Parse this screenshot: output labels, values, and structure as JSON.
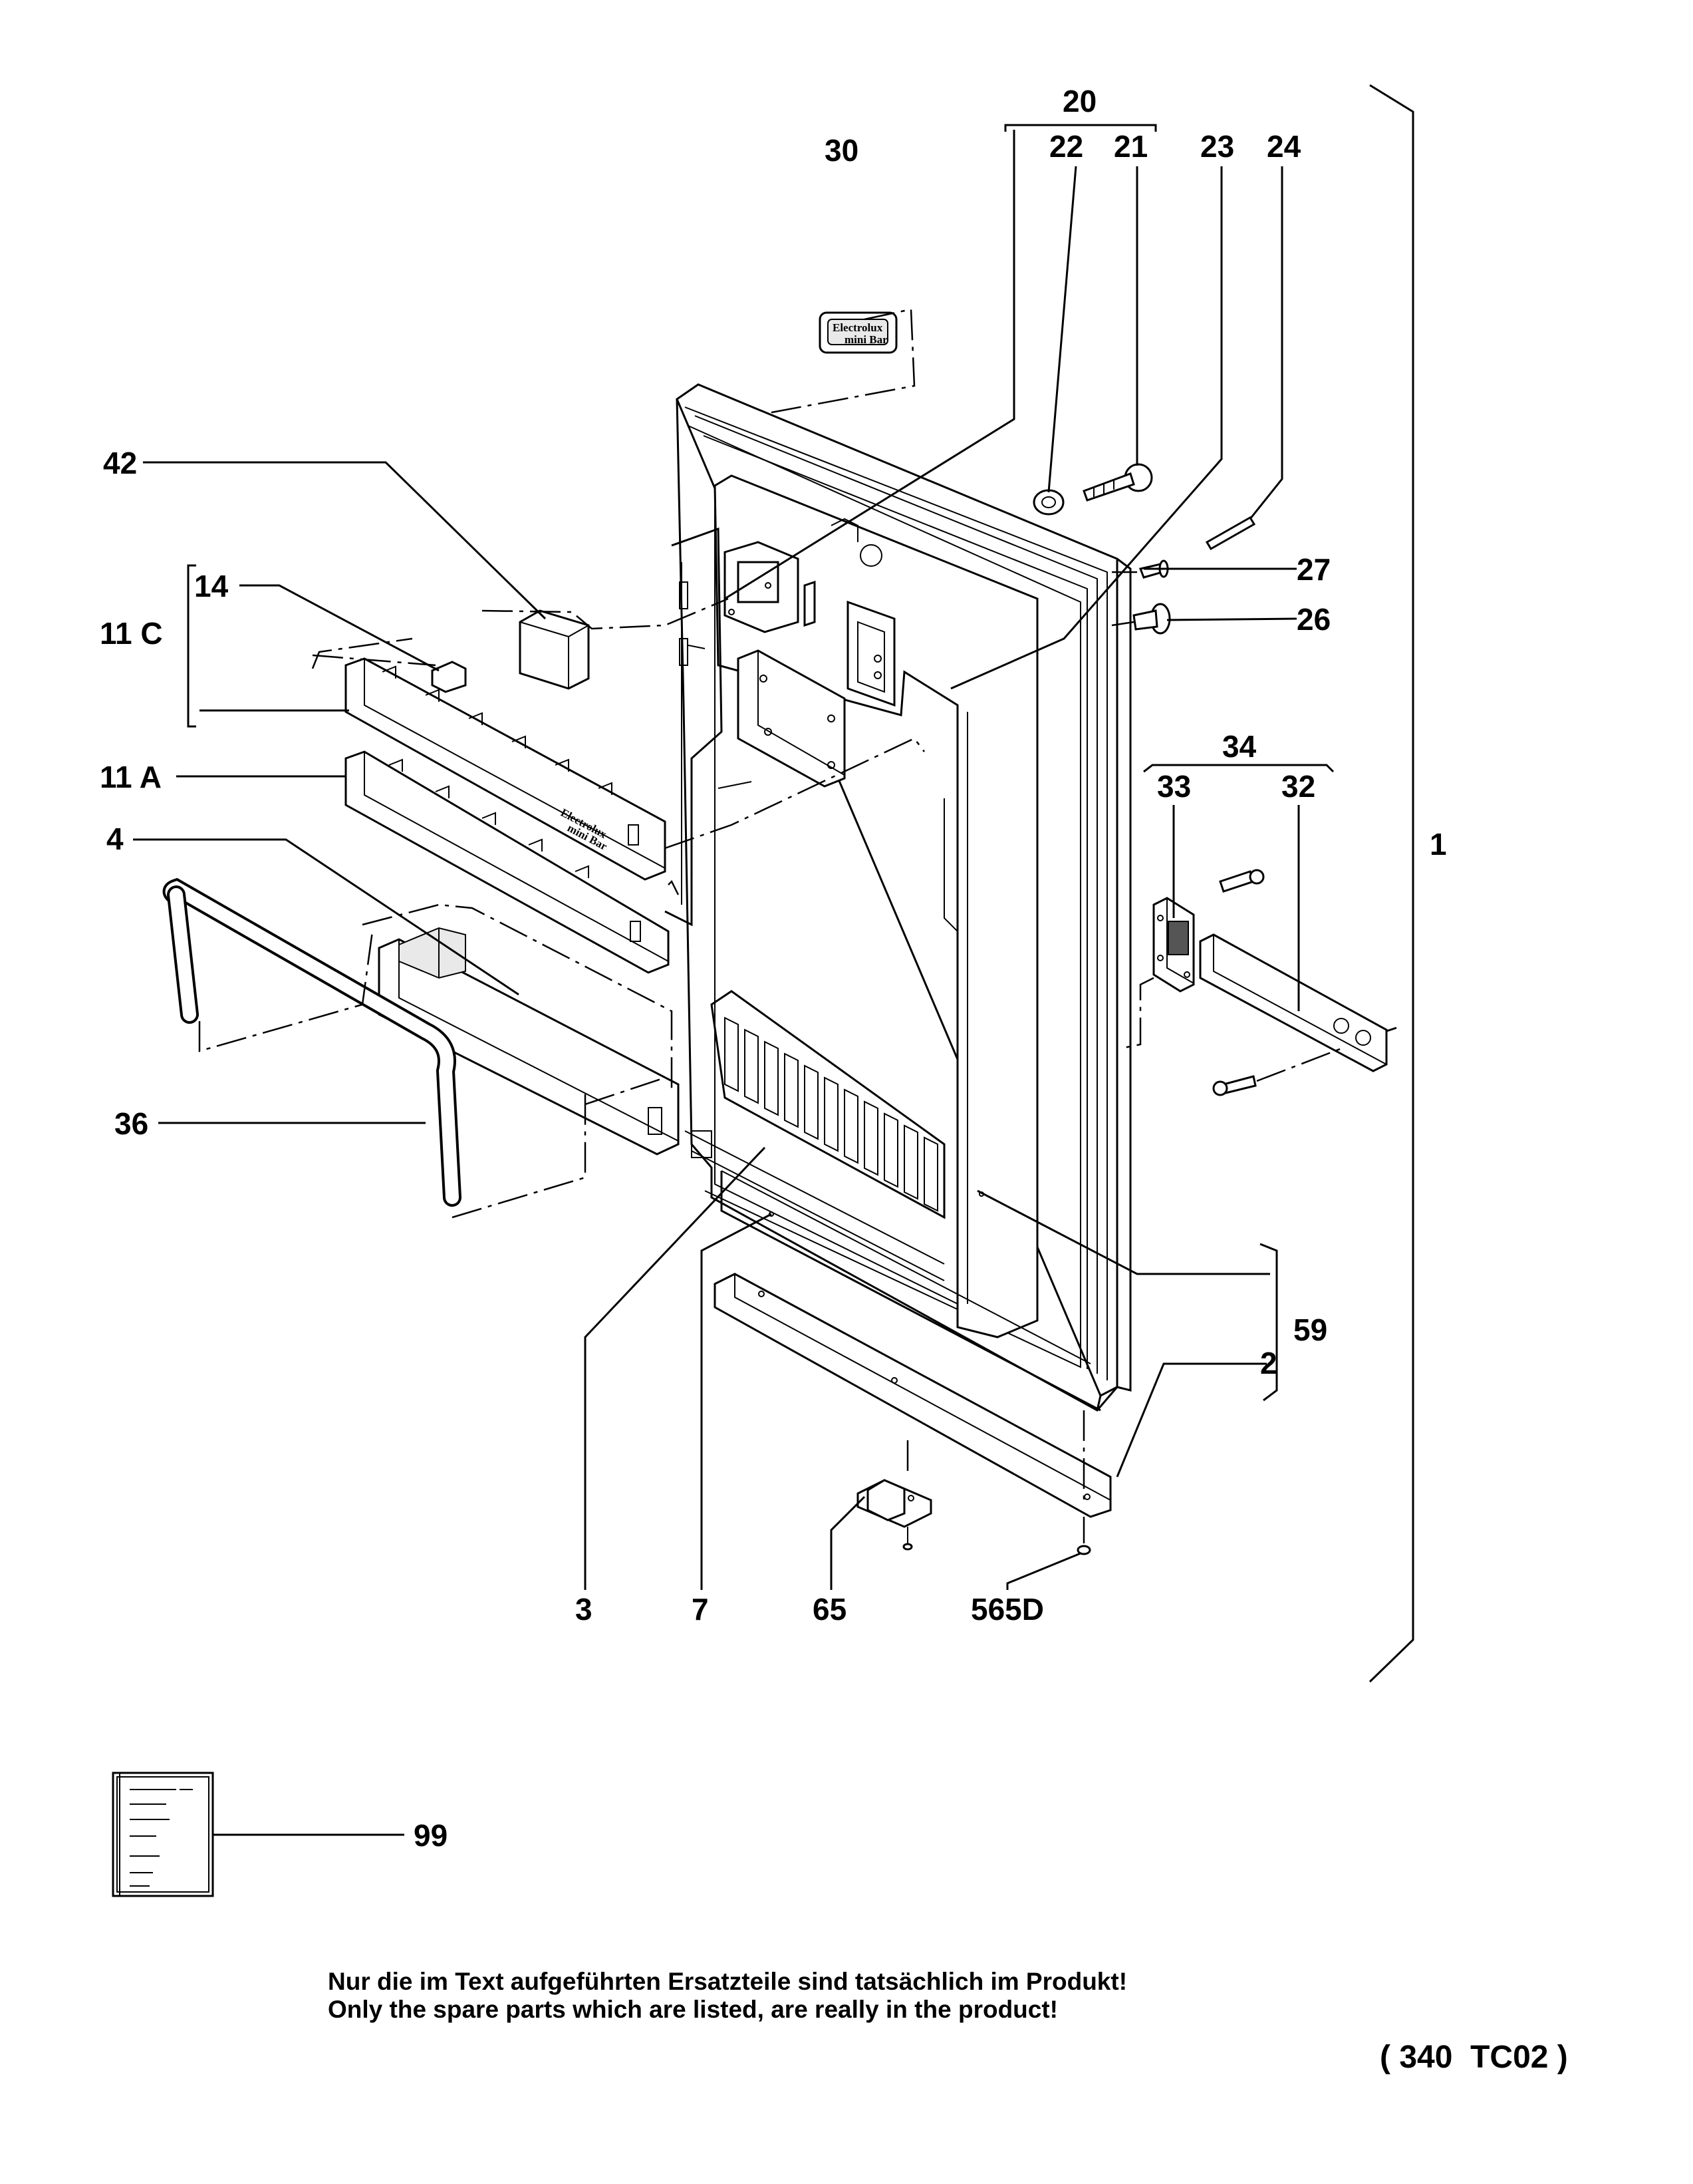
{
  "diagram": {
    "part_labels": [
      "20",
      "22",
      "21",
      "23",
      "24",
      "30",
      "42",
      "14",
      "11 C",
      "11 A",
      "4",
      "36",
      "27",
      "26",
      "34",
      "33",
      "32",
      "1",
      "59",
      "2",
      "3",
      "7",
      "65",
      "565D",
      "99"
    ],
    "brand_on_parts": [
      "Electrolux",
      "mini Bar"
    ]
  },
  "footer": {
    "note_de": "Nur die im Text aufgeführten Ersatzteile sind tatsächlich im Produkt!",
    "note_en": "Only the spare parts which are listed, are really in the product!",
    "drawing_code": "( 340  TC02 )"
  }
}
